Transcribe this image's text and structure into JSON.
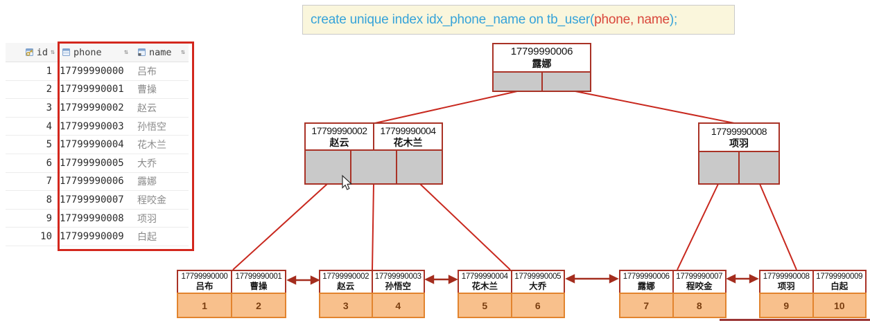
{
  "sql_statement": {
    "part1": "create unique index idx_phone_name on tb_user(",
    "part2": "phone, name",
    "part3": ");",
    "keyword_color": "#36A3D9",
    "column_color": "#D9473B",
    "background": "#FAF6DC"
  },
  "table": {
    "columns": [
      {
        "label": "id",
        "icon": "key-column-icon",
        "sort_glyph": "⇅"
      },
      {
        "label": "phone",
        "icon": "table-column-icon",
        "sort_glyph": "⇅"
      },
      {
        "label": "name",
        "icon": "table-column-icon",
        "sort_glyph": "⇅"
      }
    ],
    "rows": [
      {
        "id": "1",
        "phone": "17799990000",
        "name": "吕布"
      },
      {
        "id": "2",
        "phone": "17799990001",
        "name": "曹操"
      },
      {
        "id": "3",
        "phone": "17799990002",
        "name": "赵云"
      },
      {
        "id": "4",
        "phone": "17799990003",
        "name": "孙悟空"
      },
      {
        "id": "5",
        "phone": "17799990004",
        "name": "花木兰"
      },
      {
        "id": "6",
        "phone": "17799990005",
        "name": "大乔"
      },
      {
        "id": "7",
        "phone": "17799990006",
        "name": "露娜"
      },
      {
        "id": "8",
        "phone": "17799990007",
        "name": "程咬金"
      },
      {
        "id": "9",
        "phone": "17799990008",
        "name": "项羽"
      },
      {
        "id": "10",
        "phone": "17799990009",
        "name": "白起"
      }
    ],
    "highlight_border_color": "#D3271D"
  },
  "tree": {
    "root": {
      "key": {
        "phone": "17799990006",
        "name": "露娜"
      }
    },
    "internal_left": {
      "keys": [
        {
          "phone": "17799990002",
          "name": "赵云"
        },
        {
          "phone": "17799990004",
          "name": "花木兰"
        }
      ]
    },
    "internal_right": {
      "keys": [
        {
          "phone": "17799990008",
          "name": "项羽"
        }
      ]
    },
    "leaves": [
      {
        "entries": [
          {
            "phone": "17799990000",
            "name": "吕布",
            "id": "1"
          },
          {
            "phone": "17799990001",
            "name": "曹操",
            "id": "2"
          }
        ]
      },
      {
        "entries": [
          {
            "phone": "17799990002",
            "name": "赵云",
            "id": "3"
          },
          {
            "phone": "17799990003",
            "name": "孙悟空",
            "id": "4"
          }
        ]
      },
      {
        "entries": [
          {
            "phone": "17799990004",
            "name": "花木兰",
            "id": "5"
          },
          {
            "phone": "17799990005",
            "name": "大乔",
            "id": "6"
          }
        ]
      },
      {
        "entries": [
          {
            "phone": "17799990006",
            "name": "露娜",
            "id": "7"
          },
          {
            "phone": "17799990007",
            "name": "程咬金",
            "id": "8"
          }
        ]
      },
      {
        "entries": [
          {
            "phone": "17799990008",
            "name": "项羽",
            "id": "9"
          },
          {
            "phone": "17799990009",
            "name": "白起",
            "id": "10"
          }
        ]
      }
    ],
    "node_border_color": "#A93226",
    "pointer_fill": "#C9C9C9",
    "leaf_id_fill": "#F8C08C",
    "leaf_id_border": "#E2842E",
    "line_color": "#C8281E"
  },
  "icons": {
    "key_column": "key-column-icon",
    "table_column": "table-column-icon",
    "sort": "sort-arrows-icon",
    "mouse": "arrow-cursor-icon"
  }
}
